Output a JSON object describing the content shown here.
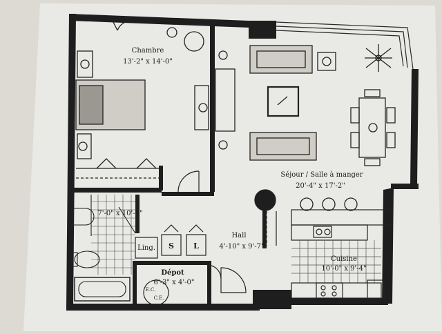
{
  "plan": {
    "rooms": [
      {
        "id": "chambre",
        "name": "Chambre",
        "dims": "13'-2\" x 14'-0\""
      },
      {
        "id": "sejour",
        "name": "Séjour / Salle à manger",
        "dims": "20'-4\" x 17'-2\""
      },
      {
        "id": "bath",
        "name": "",
        "dims": "7'-0\" x 10'-7\""
      },
      {
        "id": "hall",
        "name": "Hall",
        "dims": "4'-10\" x 9'-7\""
      },
      {
        "id": "cuisine",
        "name": "Cuisine",
        "dims": "10'-0\" x 9'-4\""
      },
      {
        "id": "depot",
        "name": "Dépot",
        "dims": "6'-3\" x 4'-0\""
      }
    ],
    "fixtures": {
      "linen": "Ling.",
      "washer": "S",
      "dryer": "L",
      "water_heater_1": "E.C.",
      "water_heater_2": "C.E."
    },
    "colors": {
      "background": "#dcdad3",
      "paper": "#e9e9e6",
      "wall": "#1e1e1e",
      "line": "#2a2a2a"
    }
  }
}
